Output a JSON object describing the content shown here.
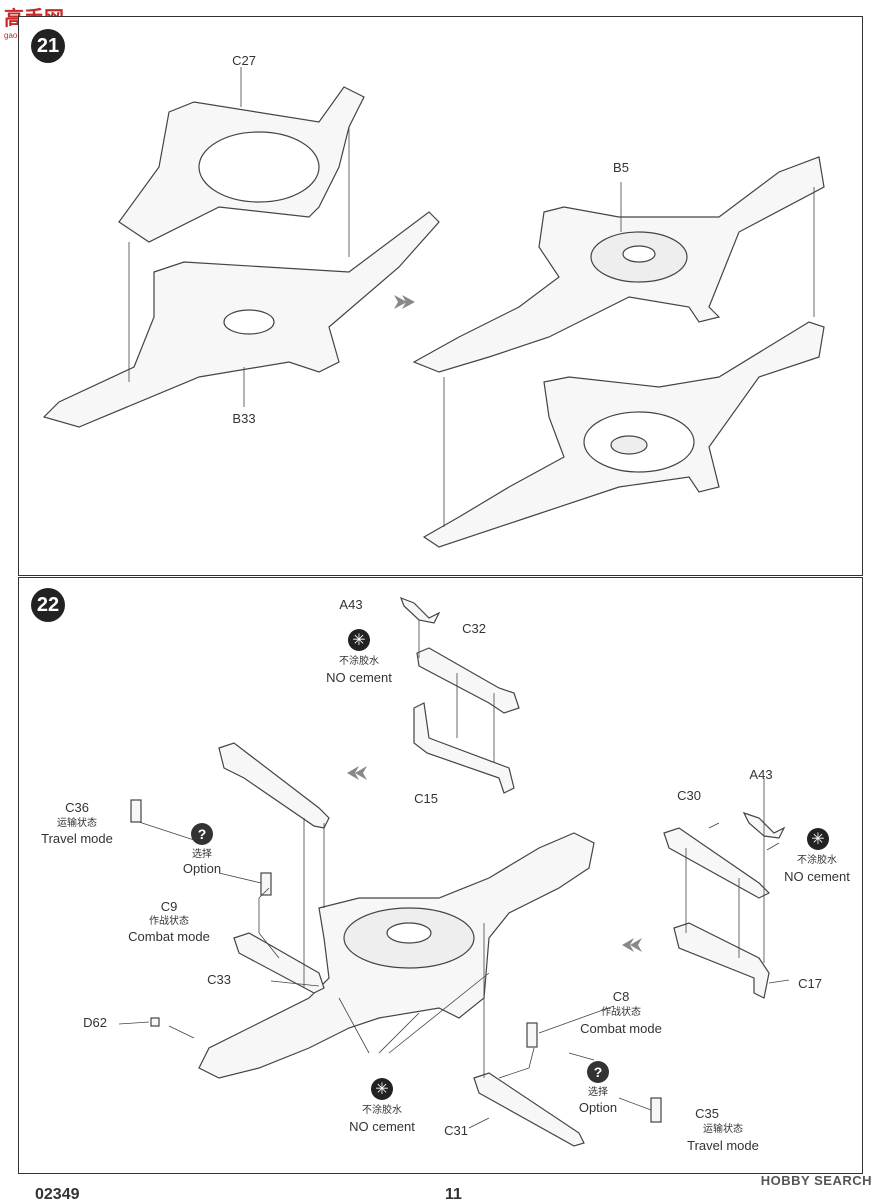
{
  "watermark_top": {
    "title": "高手网",
    "subtitle": "gao-shou.com"
  },
  "watermark_bottom": "HOBBY SEARCH",
  "page_footer": {
    "code": "02349",
    "page": "11"
  },
  "step21": {
    "number": "21",
    "parts": {
      "c27": "C27",
      "b5": "B5",
      "b33": "B33"
    }
  },
  "step22": {
    "number": "22",
    "parts": {
      "a43_top": "A43",
      "c32": "C32",
      "c15": "C15",
      "c36": "C36",
      "c9": "C9",
      "c33": "C33",
      "d62": "D62",
      "c31": "C31",
      "c30": "C30",
      "a43_right": "A43",
      "c17": "C17",
      "c8": "C8",
      "c35": "C35"
    },
    "no_cement_cn": "不涂胶水",
    "no_cement_en": "NO cement",
    "option_cn": "选择",
    "option_en": "Option",
    "travel_cn": "运输状态",
    "travel_en": "Travel mode",
    "combat_cn": "作战状态",
    "combat_en": "Combat mode"
  }
}
